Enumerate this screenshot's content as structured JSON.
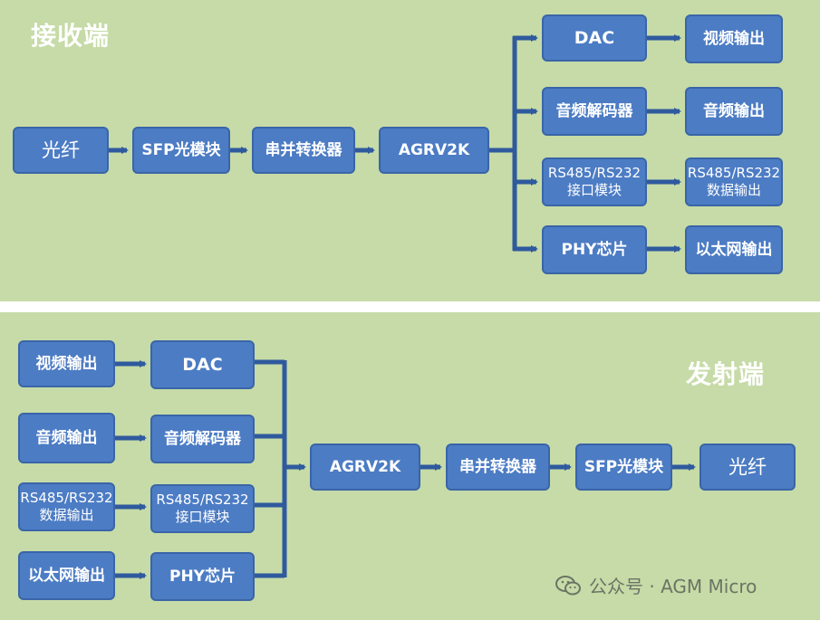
{
  "receiver": {
    "title": "接收端",
    "boxes": {
      "fiber": "光纤",
      "sfp": "SFP光模块",
      "serdes": "串并转换器",
      "fpga": "AGRV2K",
      "dac": "DAC",
      "audio_decoder": "音频解码器",
      "rs_module": "RS485/RS232\n接口模块",
      "phy": "PHY芯片",
      "video_out": "视频输出",
      "audio_out": "音频输出",
      "rs_out": "RS485/RS232\n数据输出",
      "eth_out": "以太网输出"
    }
  },
  "transmitter": {
    "title": "发射端",
    "boxes": {
      "video_out": "视频输出",
      "audio_out": "音频输出",
      "rs_out": "RS485/RS232\n数据输出",
      "eth_out": "以太网输出",
      "dac": "DAC",
      "audio_decoder": "音频解码器",
      "rs_module": "RS485/RS232\n接口模块",
      "phy": "PHY芯片",
      "fpga": "AGRV2K",
      "serdes": "串并转换器",
      "sfp": "SFP光模块",
      "fiber": "光纤"
    }
  },
  "watermark": {
    "text": "公众号 · AGM Micro"
  },
  "colors": {
    "panel": "#c6dba7",
    "box": "#4c7cc4",
    "line": "#2f5a9e",
    "title": "#ffffff"
  }
}
